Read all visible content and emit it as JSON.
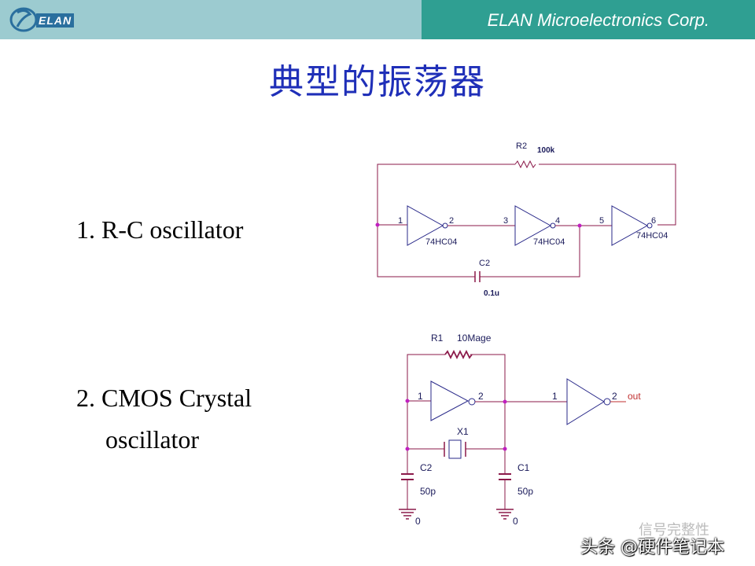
{
  "header": {
    "company": "ELAN Microelectronics Corp.",
    "logo_text": "ELAN",
    "colors": {
      "left": "#9ccbd0",
      "right": "#2f9f92"
    }
  },
  "title": "典型的振荡器",
  "items": [
    {
      "number": "1.",
      "text": "R-C oscillator"
    },
    {
      "number": "2.",
      "text": "CMOS Crystal",
      "text2": "oscillator"
    }
  ],
  "rc_circuit": {
    "r2_label": "R2",
    "r2_value": "100k",
    "gate_part": "74HC04",
    "pins": [
      "1",
      "2",
      "3",
      "4",
      "5",
      "6"
    ],
    "c2_label": "C2",
    "c2_value": "0.1u"
  },
  "crystal_circuit": {
    "r1_label": "R1",
    "r1_value": "10Mage",
    "x1_label": "X1",
    "pins": [
      "1",
      "2",
      "1",
      "2"
    ],
    "out_label": "out",
    "c2_label": "C2",
    "c2_value": "50p",
    "c1_label": "C1",
    "c1_value": "50p",
    "ground1": "0",
    "ground2": "0"
  },
  "watermark": {
    "small": "信号完整性",
    "main": "头条 @硬件笔记本"
  },
  "colors": {
    "wire": "#8b1a4a",
    "gate": "#2a2a8a",
    "node": "#c020c0",
    "title": "#1f2fb8",
    "out": "#c03030"
  }
}
